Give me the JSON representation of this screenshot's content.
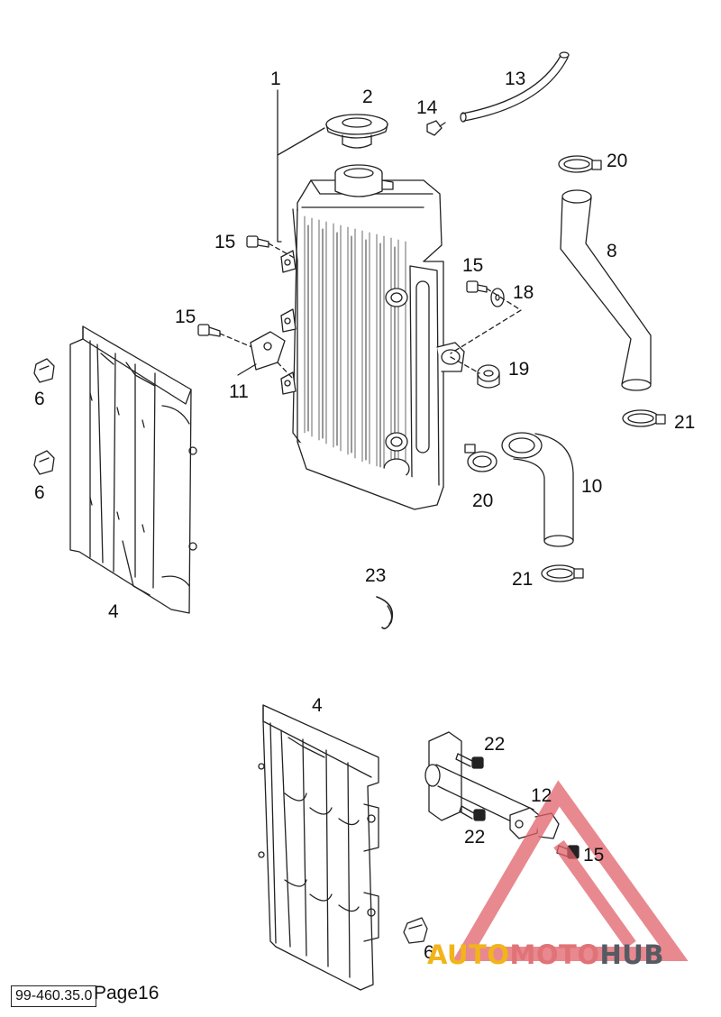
{
  "callouts": {
    "c1": "1",
    "c2": "2",
    "c13": "13",
    "c14": "14",
    "c20a": "20",
    "c15a": "15",
    "c8": "8",
    "c15b": "15",
    "c18": "18",
    "c15c": "15",
    "c19": "19",
    "c6a": "6",
    "c11": "11",
    "c6b": "6",
    "c21a": "21",
    "c10": "10",
    "c20b": "20",
    "c4a": "4",
    "c23": "23",
    "c21b": "21",
    "c4b": "4",
    "c22a": "22",
    "c12": "12",
    "c22b": "22",
    "c15d": "15",
    "c6c": "6"
  },
  "footer": {
    "code": "99-460.35.0",
    "page": "Page16"
  },
  "watermark": {
    "part_a": "AUTO",
    "part_b": "MOTO",
    "part_c": "HUB",
    "color_red": "#e0616a",
    "color_yellow": "#f2b41b",
    "color_gray": "#555a63"
  }
}
